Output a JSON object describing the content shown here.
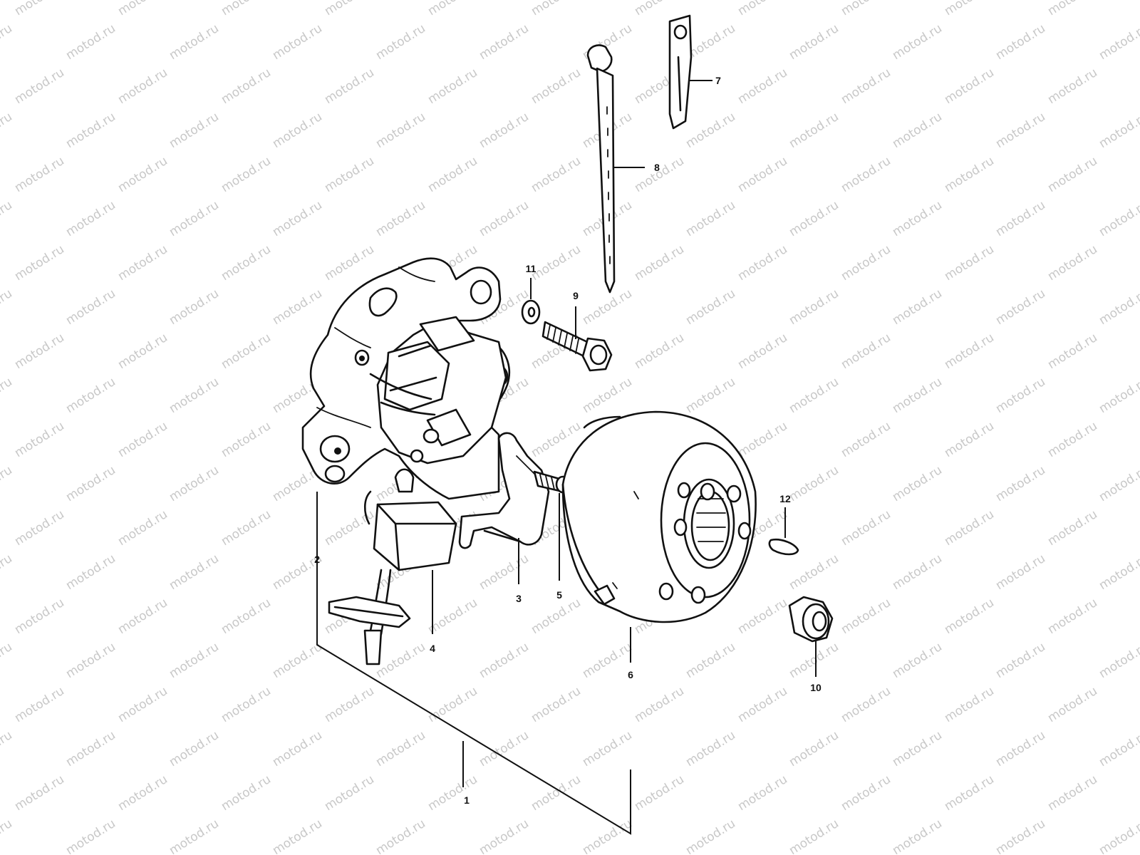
{
  "diagram": {
    "watermark_text": "motod.ru",
    "colors": {
      "line": "#111111",
      "background": "#ffffff",
      "watermark": "#c8c8c8"
    },
    "callouts": [
      {
        "id": "1",
        "text": "1"
      },
      {
        "id": "2",
        "text": "2"
      },
      {
        "id": "3",
        "text": "3"
      },
      {
        "id": "4",
        "text": "4"
      },
      {
        "id": "5",
        "text": "5"
      },
      {
        "id": "6",
        "text": "6"
      },
      {
        "id": "7",
        "text": "7"
      },
      {
        "id": "8",
        "text": "8"
      },
      {
        "id": "9",
        "text": "9"
      },
      {
        "id": "10",
        "text": "10"
      },
      {
        "id": "11",
        "text": "11"
      },
      {
        "id": "12",
        "text": "12"
      }
    ]
  }
}
